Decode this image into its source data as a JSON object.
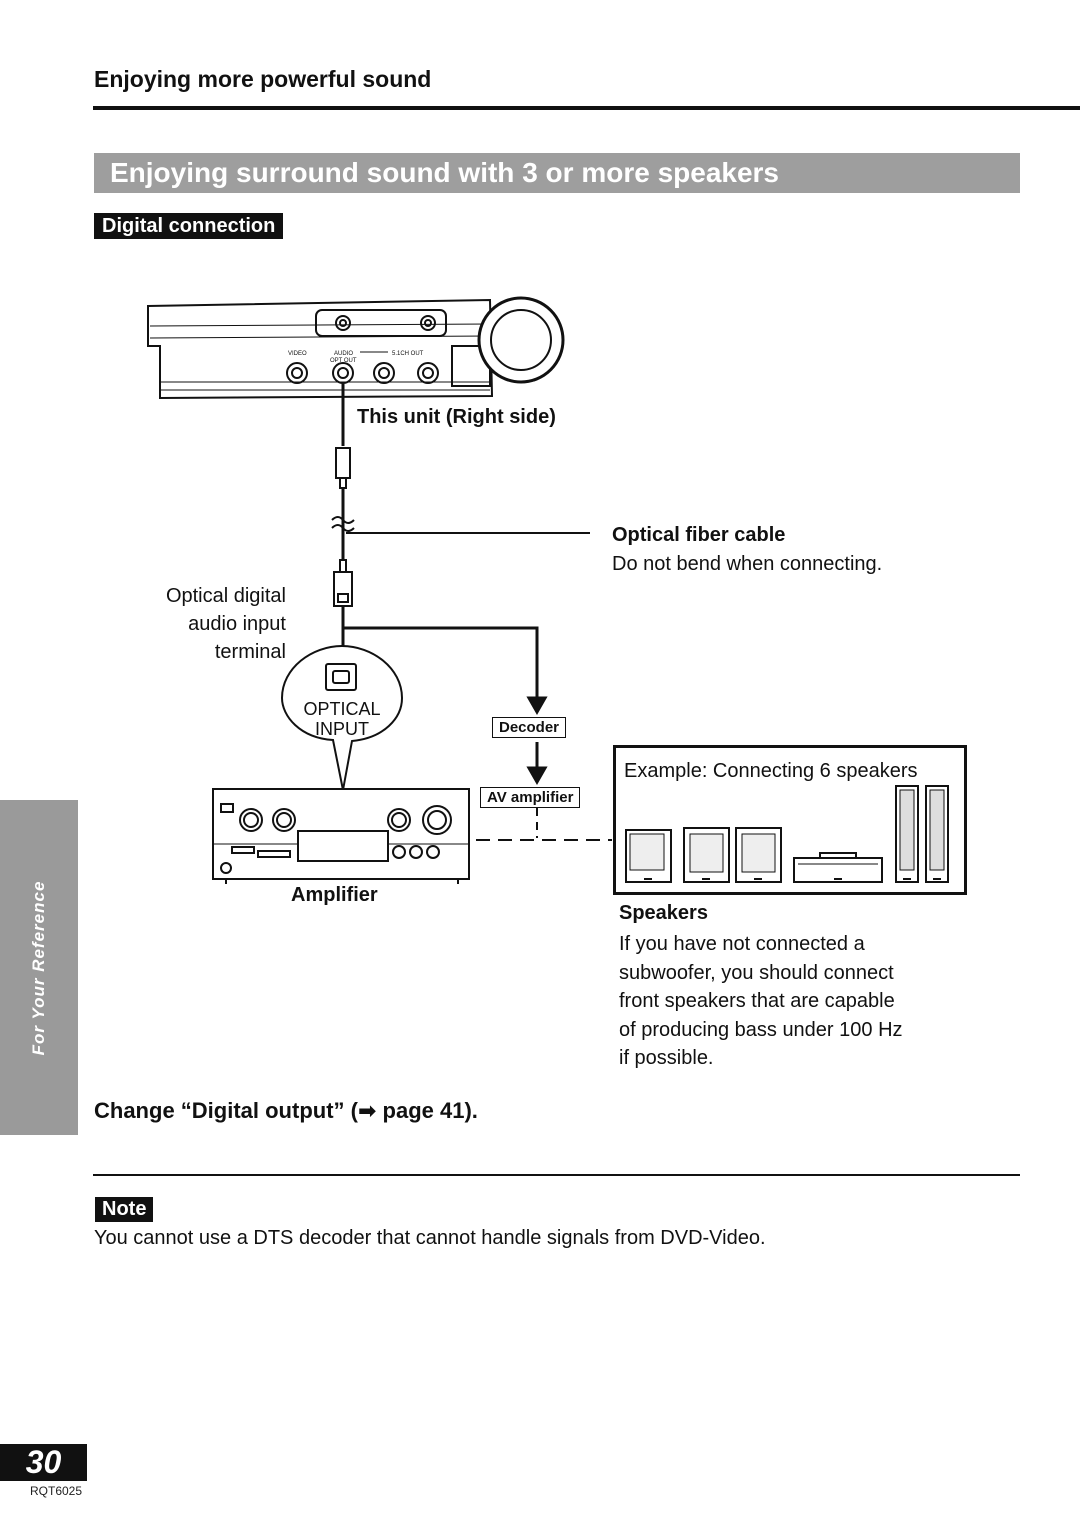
{
  "header": {
    "section_title": "Enjoying more powerful sound"
  },
  "banner": {
    "title": "Enjoying surround sound with 3 or more speakers"
  },
  "subsection": {
    "label": "Digital connection"
  },
  "side_tab": {
    "label": "For Your Reference"
  },
  "diagram": {
    "unit_panel": {
      "video": "VIDEO",
      "audio": "AUDIO",
      "opt_out": "OPT OUT",
      "ch_out": "5.1CH OUT"
    },
    "unit_label": "This unit (Right side)",
    "cable_title": "Optical fiber cable",
    "cable_note": "Do not bend when connecting.",
    "terminal_label": [
      "Optical digital",
      "audio input",
      "terminal"
    ],
    "optical_input": [
      "OPTICAL",
      "INPUT"
    ],
    "decoder": "Decoder",
    "av_amplifier": "AV amplifier",
    "amplifier": "Amplifier",
    "example": "Example:  Connecting 6  speakers",
    "speakers_title": "Speakers",
    "speakers_text": [
      "If you have not connected a",
      "subwoofer, you should connect",
      "front speakers that are capable",
      "of producing bass under 100 Hz",
      "if possible."
    ]
  },
  "change": {
    "text": "Change “Digital output” (➡ page 41)."
  },
  "note": {
    "label": "Note",
    "text": "You cannot use a DTS decoder that cannot handle signals from DVD-Video."
  },
  "footer": {
    "page_number": "30",
    "code": "RQT6025"
  }
}
